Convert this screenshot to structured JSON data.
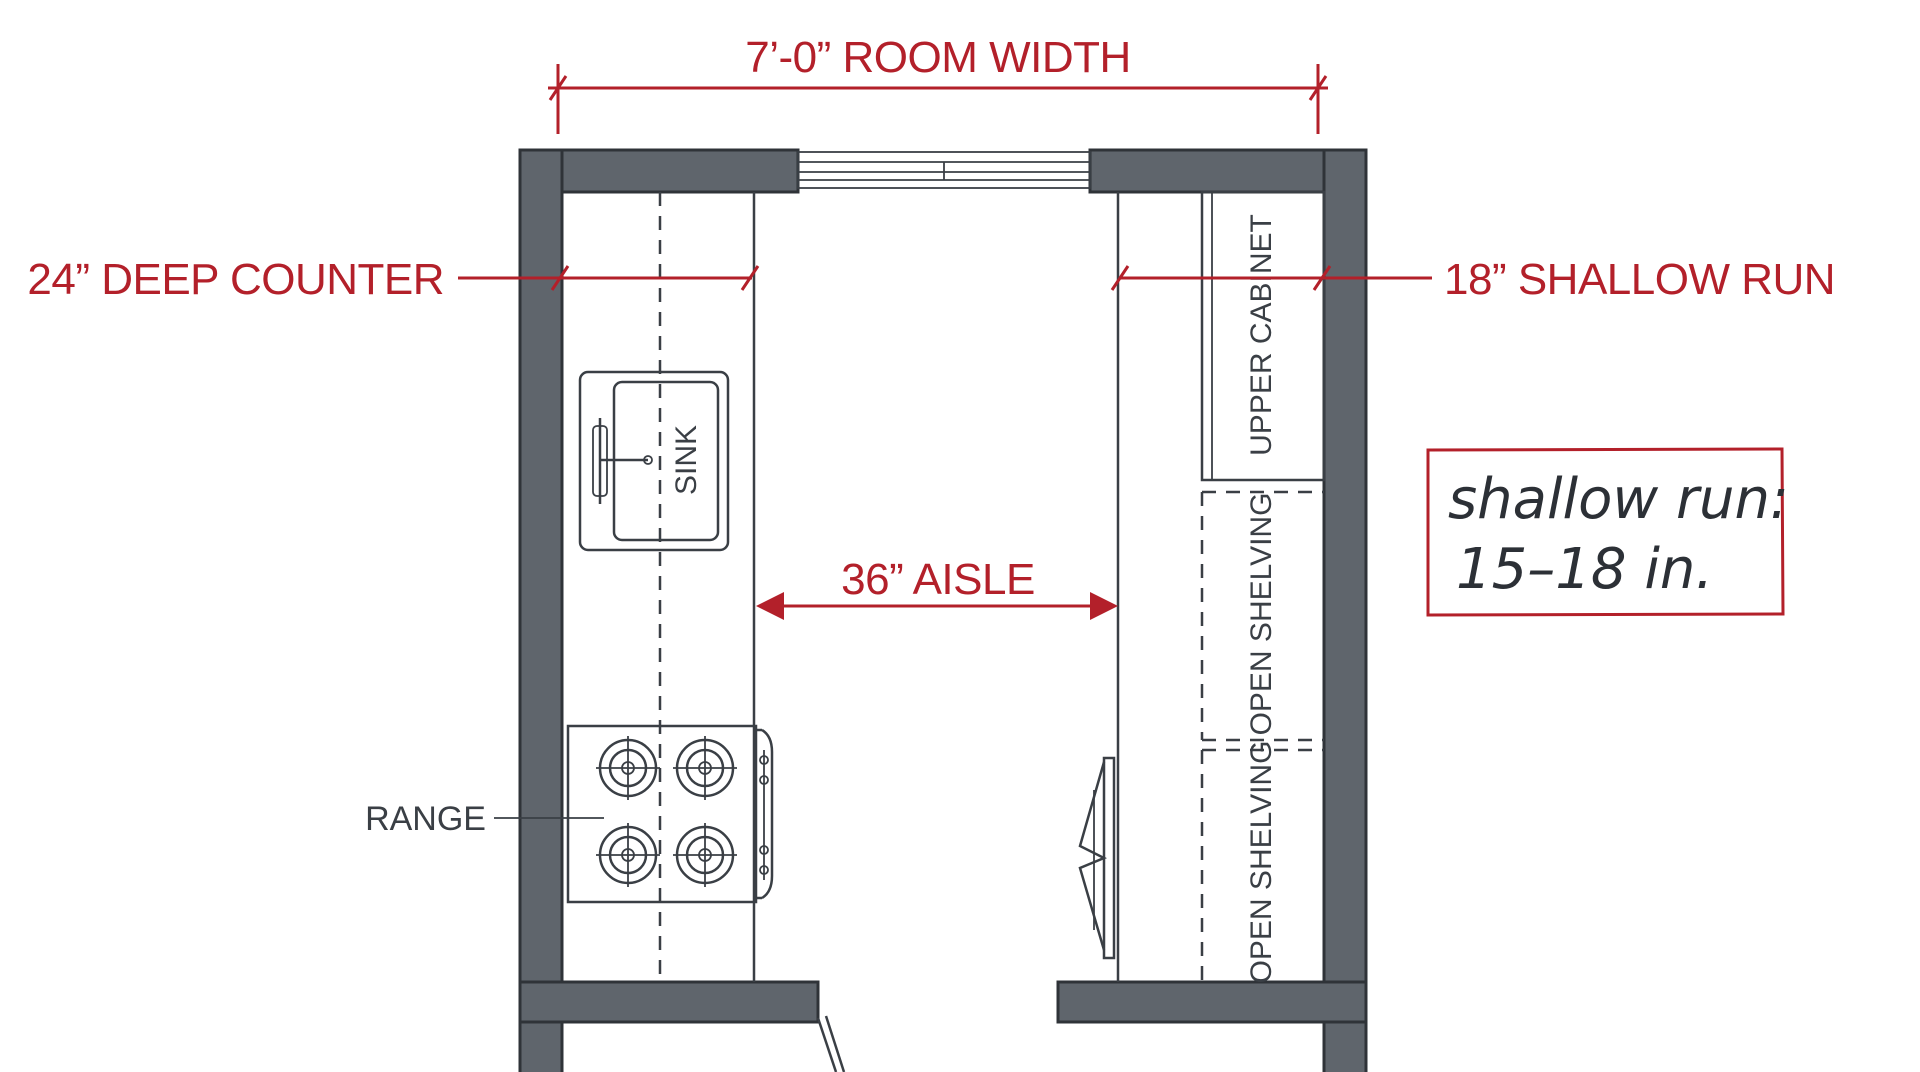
{
  "dimensions": {
    "room_width": "7’-0” ROOM WIDTH",
    "deep_counter": "24” DEEP COUNTER",
    "shallow_run": "18” SHALLOW RUN",
    "aisle": "36” AISLE"
  },
  "labels": {
    "range": "RANGE",
    "sink": "SINK",
    "upper_cabinet": "UPPER CABINET",
    "open_shelving_1": "OPEN SHELVING",
    "open_shelving_2": "OPEN SHELVING"
  },
  "note": {
    "line1": "shallow run:",
    "line2": "15–18 in."
  },
  "colors": {
    "dimension_red": "#b3202a",
    "wall_gray": "#5f656c",
    "line_dark": "#3a3f45"
  }
}
